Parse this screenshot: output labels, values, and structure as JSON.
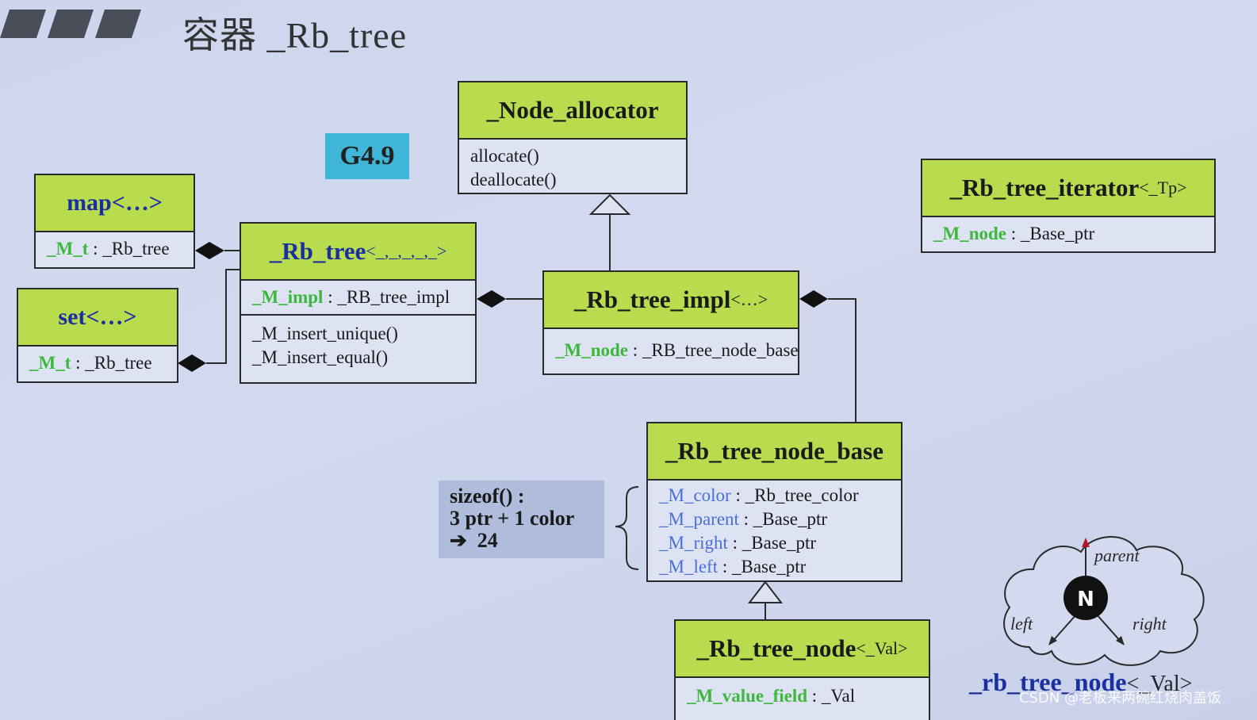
{
  "title": "容器 _Rb_tree",
  "badge": "G4.9",
  "classes": {
    "node_allocator": {
      "name": "_Node_allocator",
      "methods": [
        "allocate()",
        "deallocate()"
      ]
    },
    "rb_tree_iterator": {
      "name": "_Rb_tree_iterator",
      "tparams": "<_Tp>",
      "field_name": "_M_node",
      "field_type": ": _Base_ptr"
    },
    "map": {
      "name": "map<…>",
      "field_name": "_M_t",
      "field_type": ": _Rb_tree"
    },
    "set": {
      "name": "set<…>",
      "field_name": "_M_t",
      "field_type": ": _Rb_tree"
    },
    "rb_tree": {
      "name": "_Rb_tree",
      "tparams": "<_,_,_,_,_>",
      "field_name": "_M_impl",
      "field_type": ": _RB_tree_impl",
      "methods": [
        "_M_insert_unique()",
        "_M_insert_equal()"
      ]
    },
    "rb_tree_impl": {
      "name": "_Rb_tree_impl",
      "tparams": "<…>",
      "field_name": "_M_node",
      "field_type": ": _RB_tree_node_base"
    },
    "rb_tree_node_base": {
      "name": "_Rb_tree_node_base",
      "fields": [
        {
          "name": "_M_color",
          "type": ": _Rb_tree_color"
        },
        {
          "name": "_M_parent",
          "type": ": _Base_ptr"
        },
        {
          "name": "_M_right",
          "type": ": _Base_ptr"
        },
        {
          "name": "_M_left",
          "type": ": _Base_ptr"
        }
      ]
    },
    "rb_tree_node": {
      "name": "_Rb_tree_node",
      "tparams": "<_Val>",
      "field_name": "_M_value_field",
      "field_type": ": _Val"
    }
  },
  "sizeof": {
    "line1": "sizeof() :",
    "line2": "3 ptr + 1 color",
    "arrow": "➔",
    "result": "24"
  },
  "cloud": {
    "node": "N",
    "parent": "parent",
    "left": "left",
    "right": "right"
  },
  "bottom_label": {
    "main": "_rb_tree_node",
    "tparams": "<_Val>"
  },
  "watermark": "CSDN @老板来两碗红烧肉盖饭"
}
